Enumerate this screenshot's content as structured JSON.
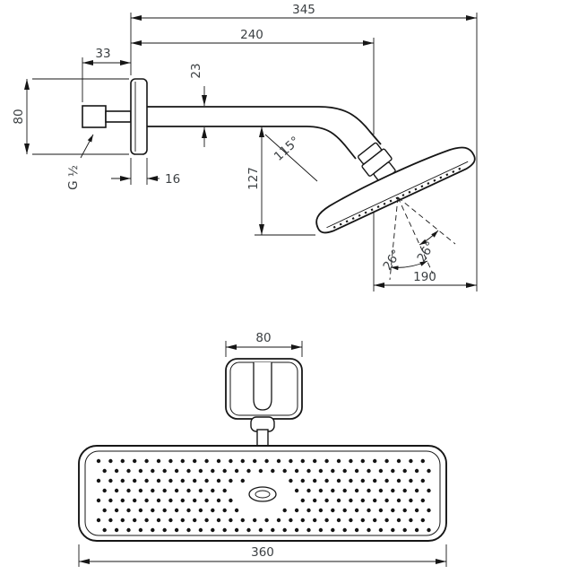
{
  "colors": {
    "background": "#ffffff",
    "line": "#161616",
    "text": "#3c4043"
  },
  "side_view": {
    "reach_total": "345",
    "arm_length": "240",
    "wall_stub": "33",
    "arm_diameter": "23",
    "escutcheon_diameter": "80",
    "thread": "G ½",
    "escutcheon_depth": "16",
    "drop_height": "127",
    "head_tilt": "115°",
    "spray_angle_left": "26°",
    "spray_angle_right": "26°",
    "head_depth": "190"
  },
  "bottom_view": {
    "bracket_width": "80",
    "head_width": "360"
  }
}
